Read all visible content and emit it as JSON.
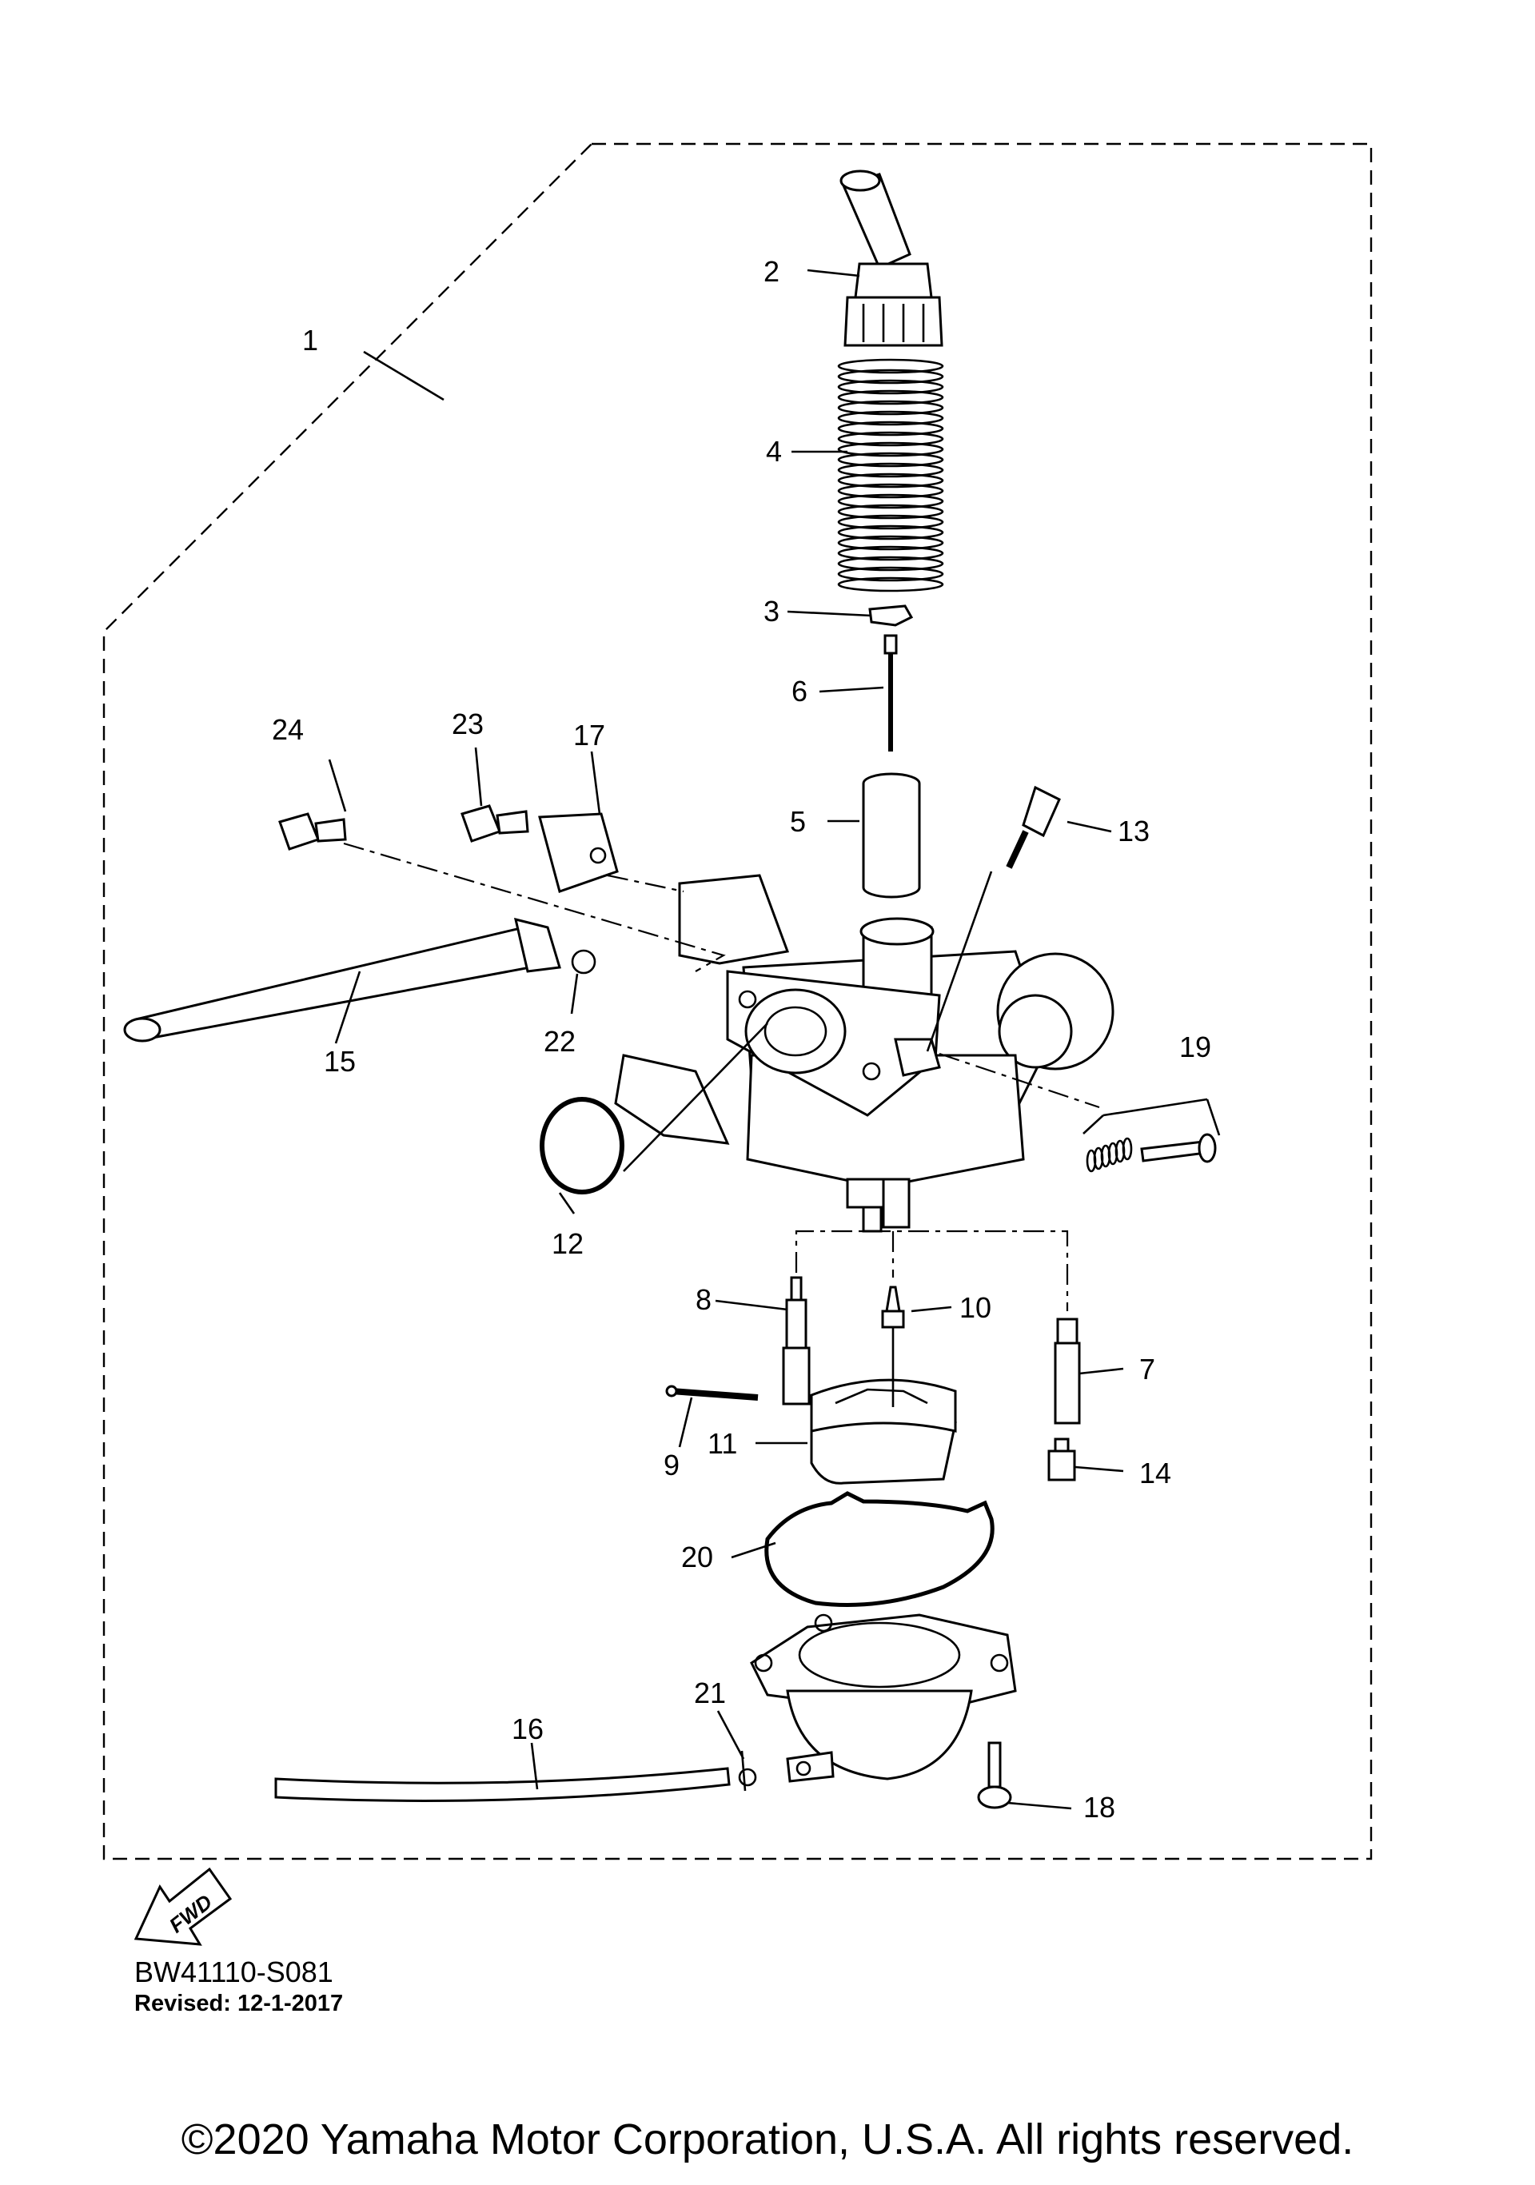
{
  "diagram": {
    "callouts": [
      "1",
      "2",
      "3",
      "4",
      "5",
      "6",
      "7",
      "8",
      "9",
      "10",
      "11",
      "12",
      "13",
      "14",
      "15",
      "16",
      "17",
      "18",
      "19",
      "20",
      "21",
      "22",
      "23",
      "24"
    ],
    "fwd_label": "FWD"
  },
  "footer": {
    "ref_code": "BW41110-S081",
    "revised": "Revised: 12-1-2017",
    "copyright": "©2020 Yamaha Motor Corporation, U.S.A. All rights reserved."
  }
}
